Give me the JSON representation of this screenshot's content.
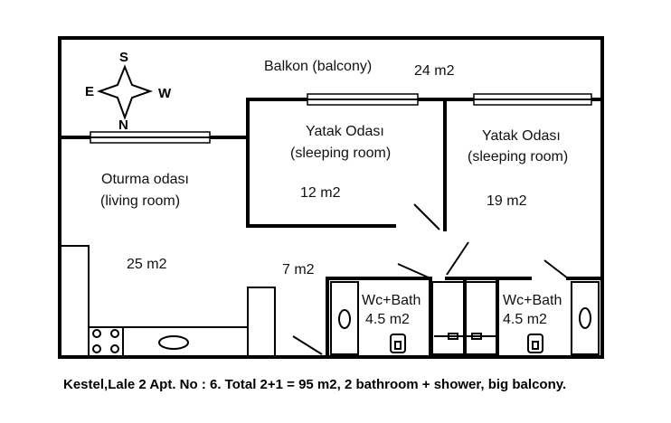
{
  "compass": {
    "south": "S",
    "east": "E",
    "west": "W",
    "north": "N"
  },
  "rooms": {
    "balcony": {
      "label": "Balkon  (balcony)",
      "area": "24 m2"
    },
    "bedroom1": {
      "name": "Yatak Odası",
      "sub": "(sleeping room)",
      "area": "12 m2"
    },
    "bedroom2": {
      "name": "Yatak Odası",
      "sub": "(sleeping room)",
      "area": "19 m2"
    },
    "living": {
      "name": "Oturma odası",
      "sub": "(living room)",
      "area": "25 m2"
    },
    "hall": {
      "area": "7 m2"
    },
    "wc1": {
      "name": "Wc+Bath",
      "area": "4.5 m2"
    },
    "wc2": {
      "name": "Wc+Bath",
      "area": "4.5 m2"
    }
  },
  "caption": "Kestel,Lale 2 Apt.  No : 6. Total 2+1 = 95 m2, 2 bathroom + shower, big balcony."
}
